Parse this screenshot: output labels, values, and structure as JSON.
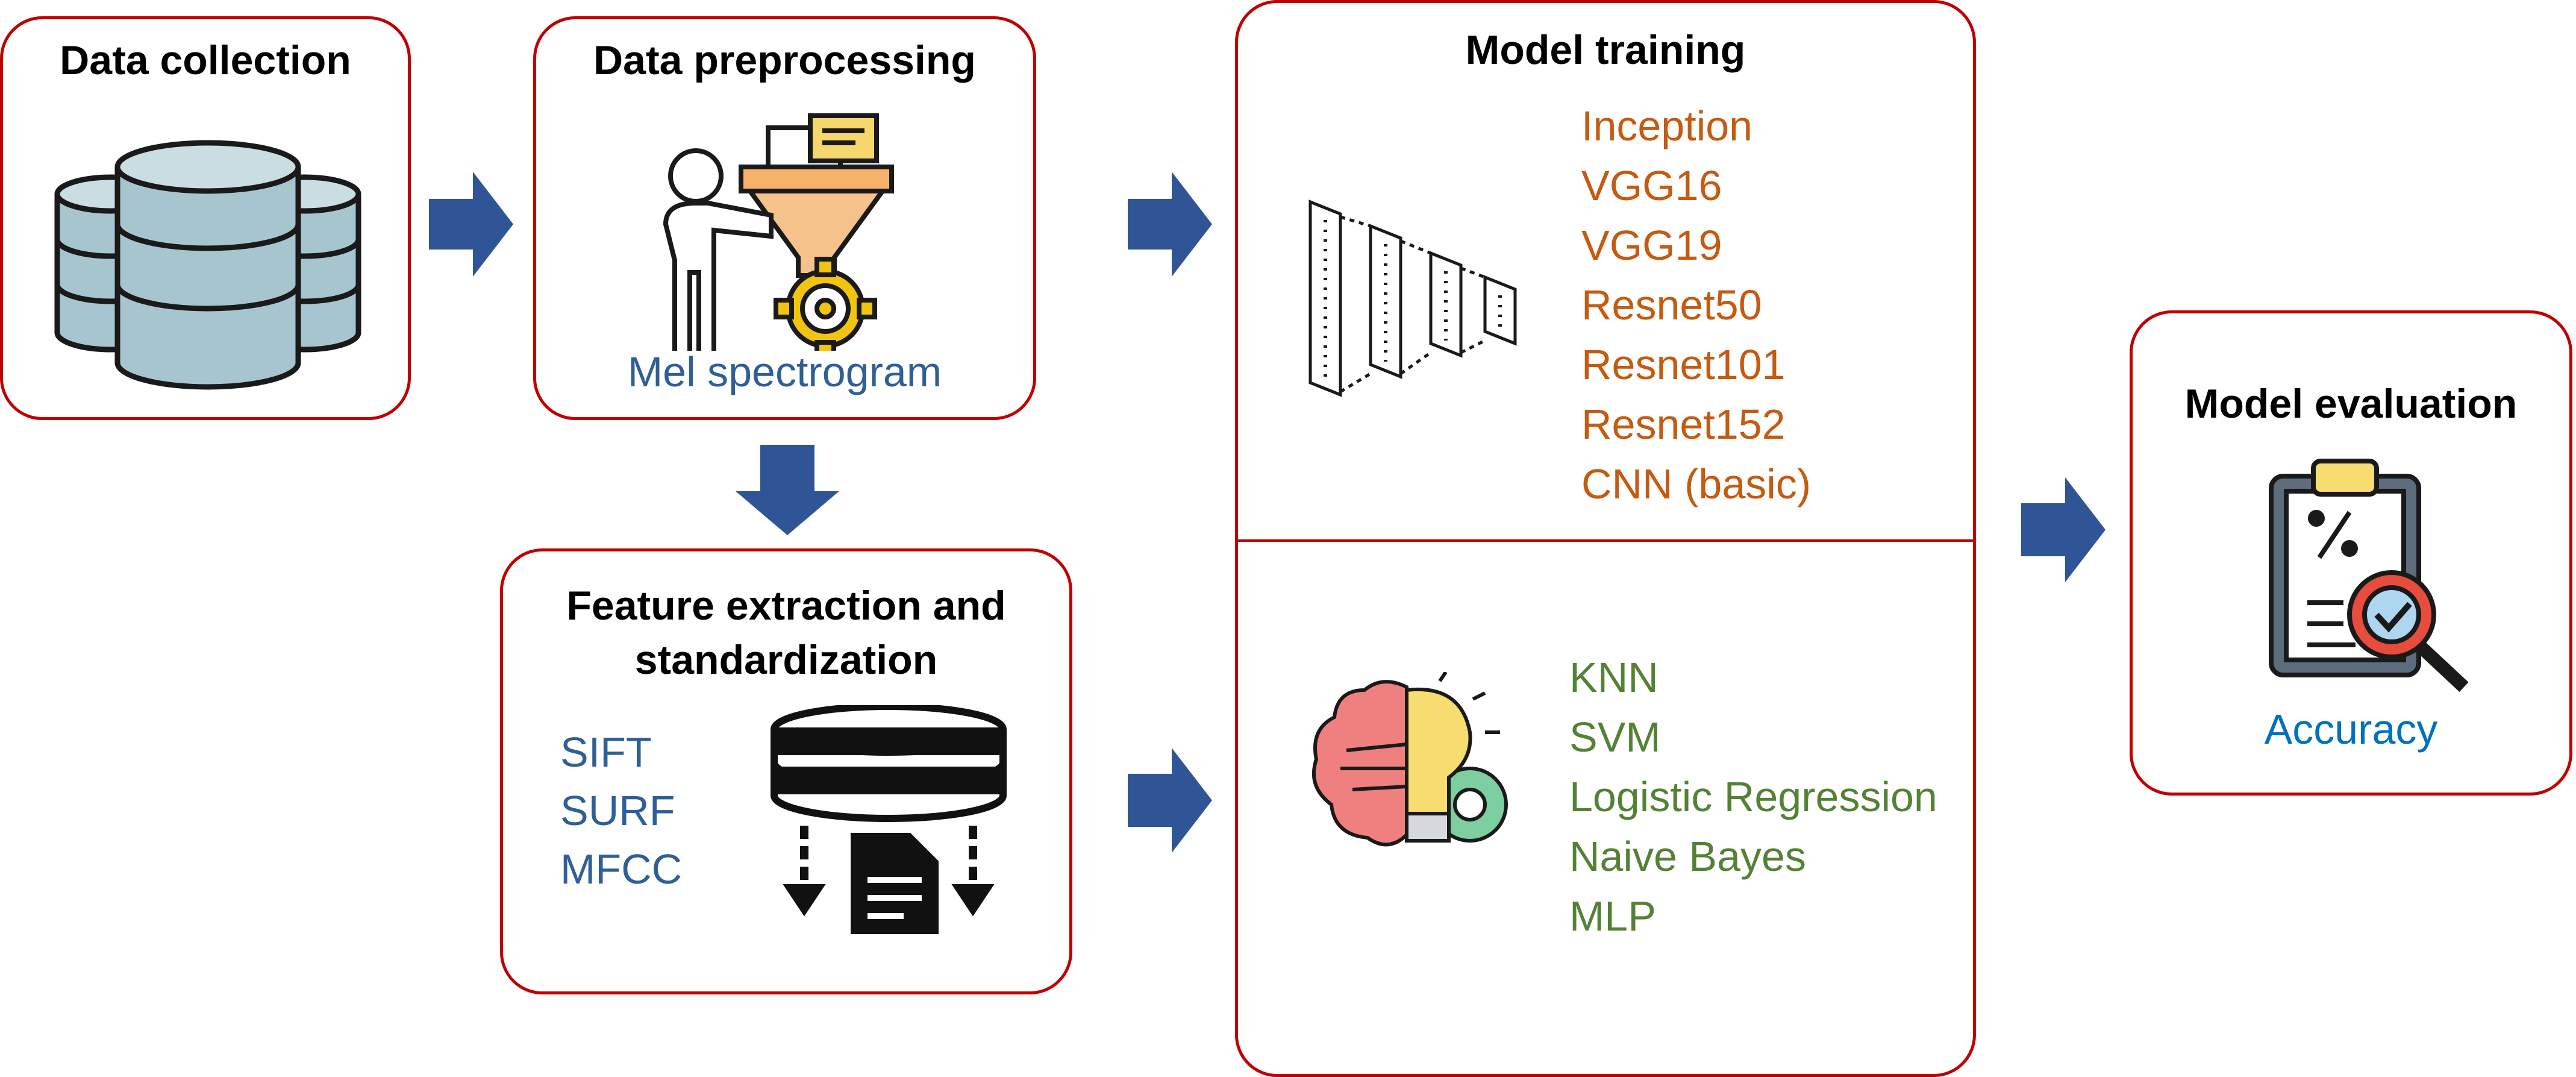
{
  "stages": {
    "collection": {
      "title": "Data collection"
    },
    "preprocessing": {
      "title": "Data preprocessing",
      "caption": "Mel spectrogram"
    },
    "feature": {
      "title_line1": "Feature extraction and",
      "title_line2": "standardization",
      "items": [
        "SIFT",
        "SURF",
        "MFCC"
      ]
    },
    "training": {
      "title": "Model training",
      "deep_models": [
        "Inception",
        "VGG16",
        "VGG19",
        "Resnet50",
        "Resnet101",
        "Resnet152",
        "CNN (basic)"
      ],
      "ml_models": [
        "KNN",
        "SVM",
        "Logistic Regression",
        "Naive Bayes",
        "MLP"
      ]
    },
    "evaluation": {
      "title": "Model evaluation",
      "caption": "Accuracy"
    }
  },
  "icons": {
    "collection": "database-icon",
    "preprocessing": "person-funnel-gear-icon",
    "feature": "database-extract-document-icon",
    "deep": "neural-network-layers-icon",
    "ml": "brain-lightbulb-gear-icon",
    "evaluation": "clipboard-magnifier-icon"
  },
  "colors": {
    "box_border": "#c00000",
    "arrow": "#2f5597",
    "deep_models": "#c55a11",
    "ml_models": "#548235",
    "caption_blue": "#2e5f96",
    "accuracy": "#0070c0"
  }
}
